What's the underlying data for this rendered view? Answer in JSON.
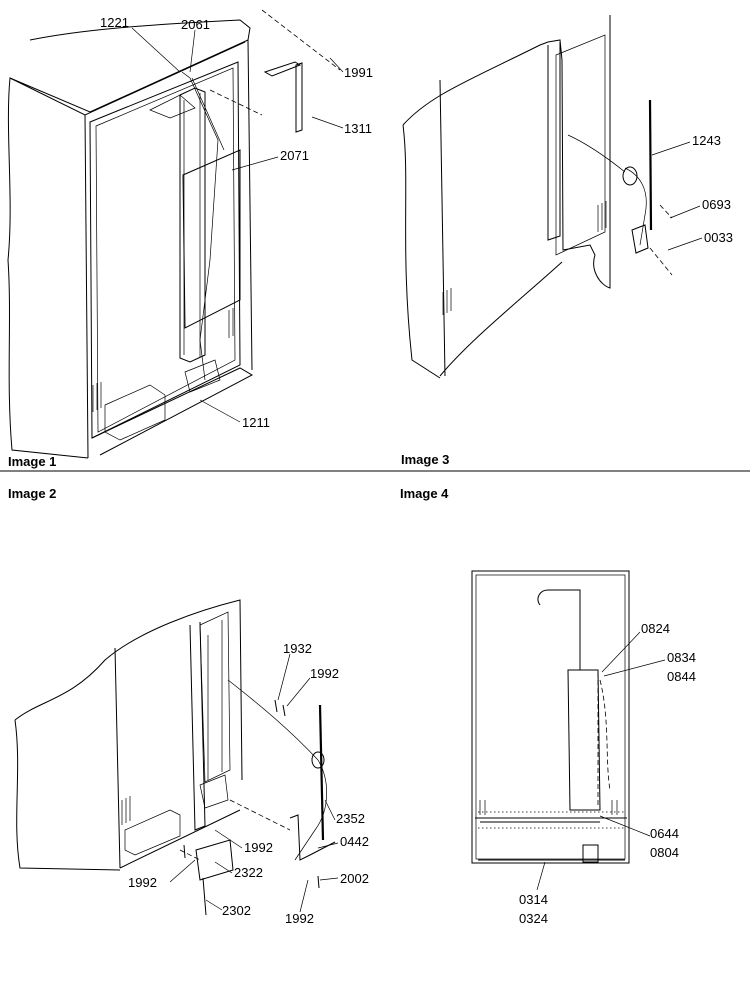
{
  "panels": [
    {
      "caption": "Image 1",
      "callouts": [
        "1221",
        "2061",
        "1991",
        "1311",
        "2071",
        "1211"
      ]
    },
    {
      "caption": "Image 2",
      "callouts": [
        "1932",
        "1992",
        "2352",
        "0442",
        "2002",
        "2322",
        "2302",
        "1992",
        "1992",
        "1992"
      ]
    },
    {
      "caption": "Image 3",
      "callouts": [
        "1243",
        "0693",
        "0033"
      ]
    },
    {
      "caption": "Image 4",
      "callouts": [
        "0824",
        "0834",
        "0844",
        "0644",
        "0804",
        "0314",
        "0324"
      ]
    }
  ]
}
